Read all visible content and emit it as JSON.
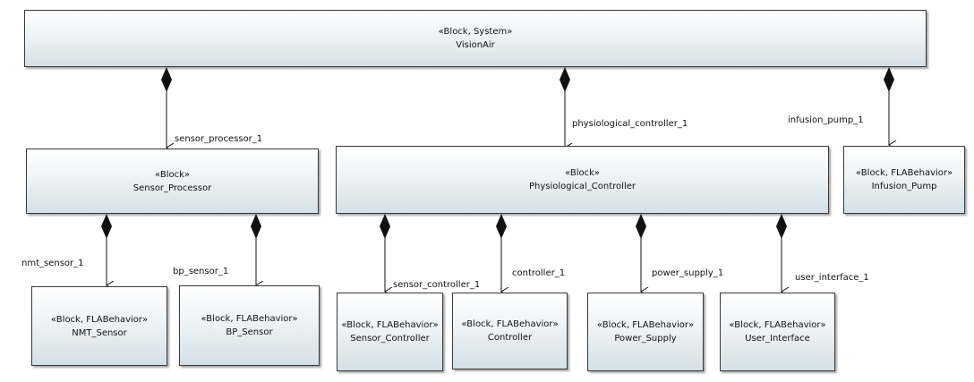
{
  "blocks": {
    "vision_air": {
      "stereotype": "«Block, System»",
      "name": "VisionAir"
    },
    "sensor_processor": {
      "stereotype": "«Block»",
      "name": "Sensor_Processor"
    },
    "physiological_controller": {
      "stereotype": "«Block»",
      "name": "Physiological_Controller"
    },
    "infusion_pump": {
      "stereotype": "«Block, FLABehavior»",
      "name": "Infusion_Pump"
    },
    "nmt_sensor": {
      "stereotype": "«Block, FLABehavior»",
      "name": "NMT_Sensor"
    },
    "bp_sensor": {
      "stereotype": "«Block, FLABehavior»",
      "name": "BP_Sensor"
    },
    "sensor_controller": {
      "stereotype": "«Block, FLABehavior»",
      "name": "Sensor_Controller"
    },
    "controller": {
      "stereotype": "«Block, FLABehavior»",
      "name": "Controller"
    },
    "power_supply": {
      "stereotype": "«Block, FLABehavior»",
      "name": "Power_Supply"
    },
    "user_interface": {
      "stereotype": "«Block, FLABehavior»",
      "name": "User_Interface"
    }
  },
  "roles": {
    "sensor_processor": "sensor_processor_1",
    "physiological_controller": "physiological_controller_1",
    "infusion_pump": "infusion_pump_1",
    "nmt_sensor": "nmt_sensor_1",
    "bp_sensor": "bp_sensor_1",
    "sensor_controller": "sensor_controller_1",
    "controller": "controller_1",
    "power_supply": "power_supply_1",
    "user_interface": "user_interface_1"
  }
}
